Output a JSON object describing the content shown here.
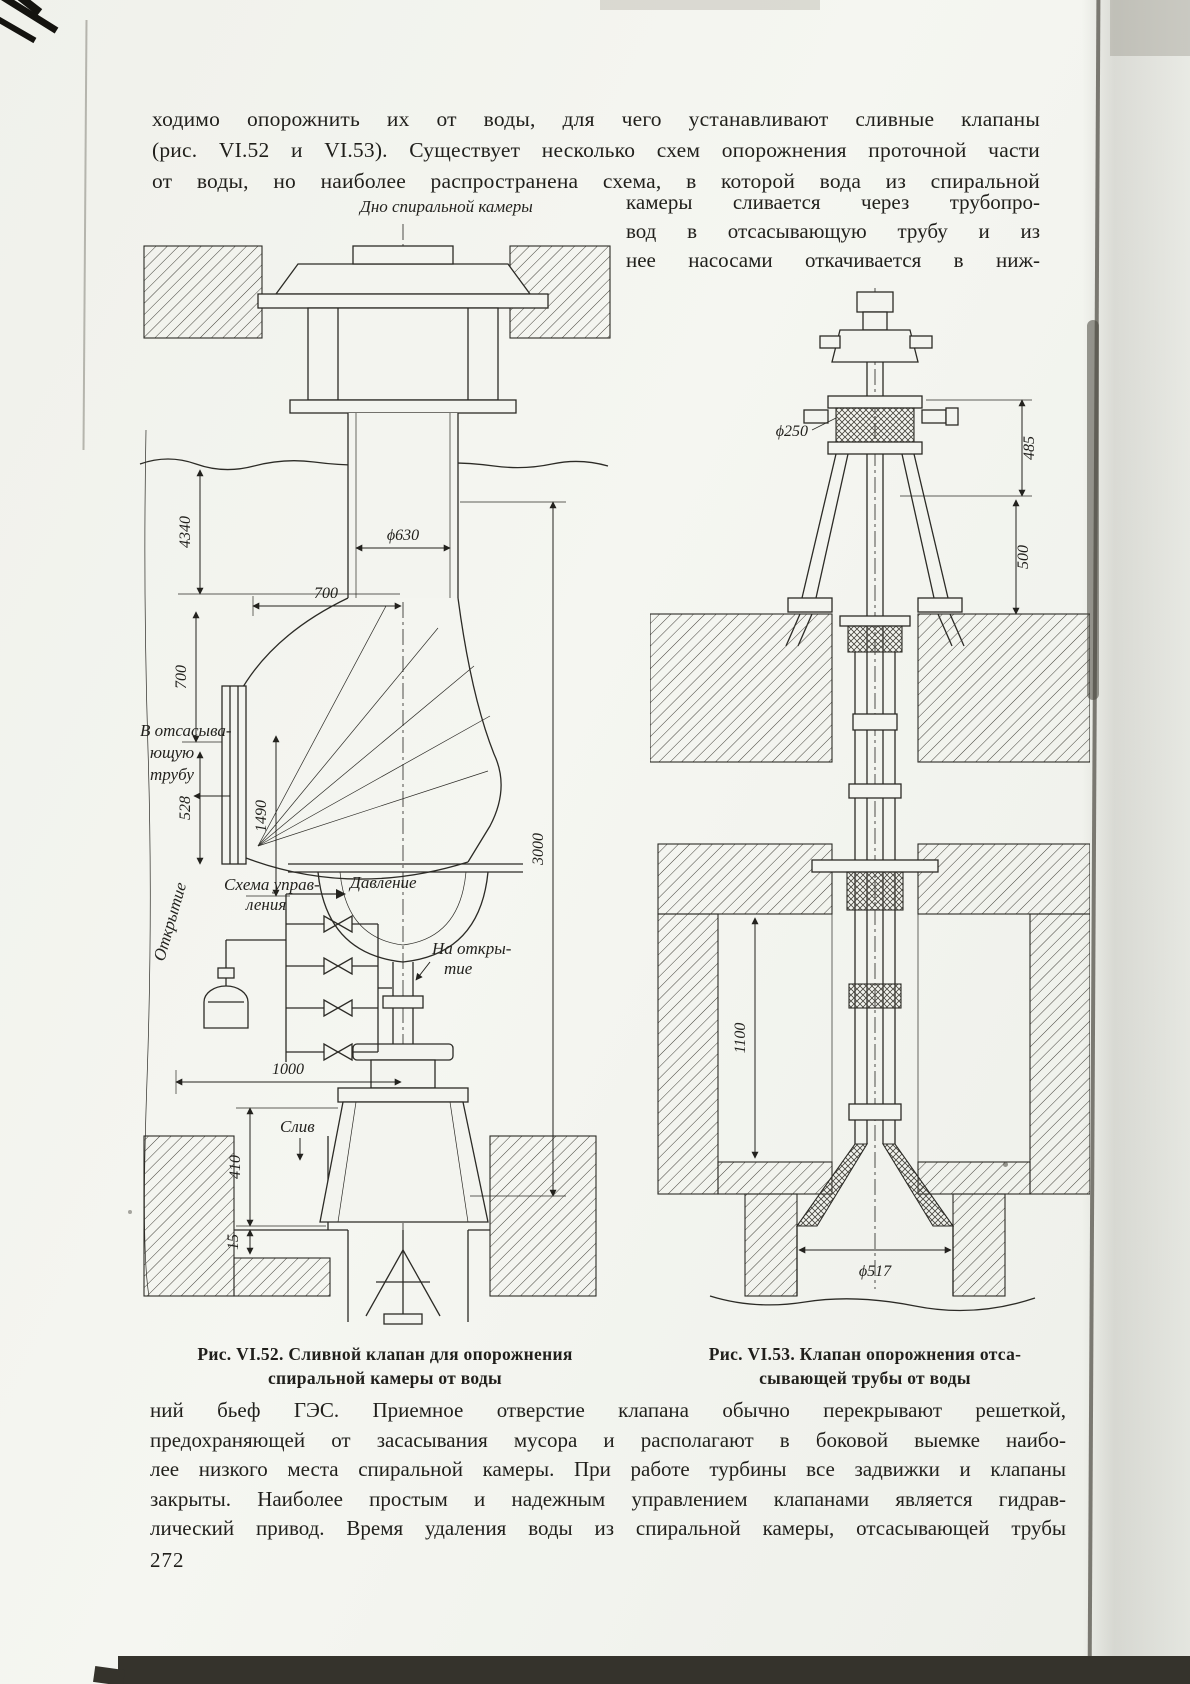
{
  "page": {
    "number": "272"
  },
  "paragraphs": {
    "top": [
      "ходимо опорожнить их от воды, для чего устанавливают сливные клапаны",
      "(рис. VI.52 и VI.53). Существует несколько схем опорожнения проточной части",
      "от воды, но наиболее распространена схема, в которой вода из спиральной"
    ],
    "right_col": [
      "камеры сливается через трубопро-",
      "вод в отсасывающую трубу и из",
      "нее насосами откачивается в ниж-"
    ],
    "bottom": [
      "ний бьеф ГЭС. Приемное отверстие клапана обычно перекрывают решеткой,",
      "предохраняющей от засасывания мусора и располагают в боковой выемке наибо-",
      "лее низкого места спиральной камеры. При работе турбины все задвижки и клапаны",
      "закрыты. Наиболее простым и надежным управлением клапанами является гидрав-",
      "лический привод. Время удаления воды из спиральной камеры, отсасывающей трубы"
    ]
  },
  "fig52": {
    "caption": [
      "Рис. VI.52. Сливной клапан для опорожнения",
      "спиральной камеры от воды"
    ],
    "labels": {
      "top": "Дно спиральной камеры",
      "suction1": "В отсасыва-",
      "suction2": "ющую",
      "suction3": "трубу",
      "opening": "Открытие",
      "scheme1": "Схема управ-",
      "scheme2": "ления",
      "pressure": "Давление",
      "to_open1": "На откры-",
      "to_open2": "тие",
      "drain": "Слив"
    },
    "dims": {
      "d630": "ϕ630",
      "v4340": "4340",
      "h700": "700",
      "v700": "700",
      "v528": "528",
      "v1490": "1490",
      "v3000": "3000",
      "h1000": "1000",
      "v410": "410",
      "v15": "15"
    }
  },
  "fig53": {
    "caption": [
      "Рис. VI.53. Клапан опорожнения отса-",
      "сывающей трубы от воды"
    ],
    "dims": {
      "d250": "ϕ250",
      "v485": "485",
      "v500": "500",
      "v1100": "1100",
      "d517": "ϕ517"
    }
  }
}
